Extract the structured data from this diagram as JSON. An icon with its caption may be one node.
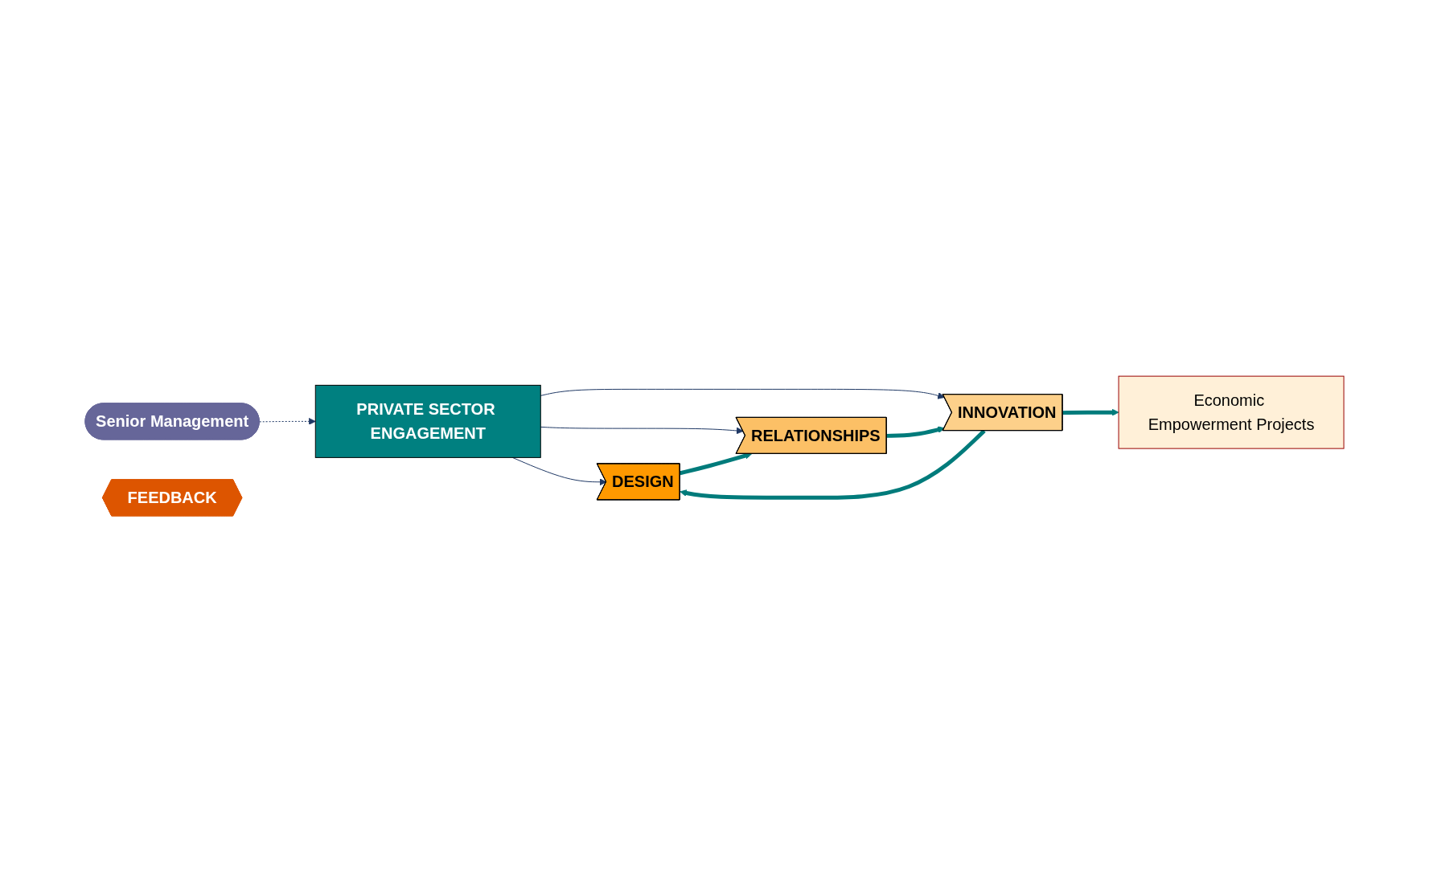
{
  "diagram": {
    "nodes": [
      {
        "text": [
          "PRIVATE SECTOR ENGAGEMENT"
        ]
      },
      {
        "text": [
          "Senior Management"
        ]
      },
      {
        "text": [
          "DESIGN"
        ]
      },
      {
        "text": [
          "RELATIONSHIPS"
        ]
      },
      {
        "text": [
          "INNOVATION"
        ]
      },
      {
        "text": [
          "Economic Empowerment Projects"
        ]
      },
      {
        "text": [
          "FEEDBACK"
        ]
      }
    ],
    "edges": [
      {
        "from": 1,
        "to": 0,
        "arrow": "to",
        "style": "dashed"
      },
      {
        "from": 0,
        "to": 2,
        "arrow": "to"
      },
      {
        "from": 0,
        "to": 3,
        "arrow": "to"
      },
      {
        "from": 0,
        "to": 4,
        "arrow": "to"
      },
      {
        "from": 2,
        "to": 3,
        "arrow": "to",
        "style": "thick",
        "color": "#007b7b"
      },
      {
        "from": 3,
        "to": 4,
        "arrow": "to",
        "style": "thick",
        "color": "#007b7b"
      },
      {
        "from": 4,
        "to": 5,
        "arrow": "to",
        "style": "thick",
        "color": "#007b7b"
      },
      {
        "from": 4,
        "to": 2,
        "arrow": "to",
        "style": "thick",
        "color": "#007b7b"
      }
    ]
  }
}
